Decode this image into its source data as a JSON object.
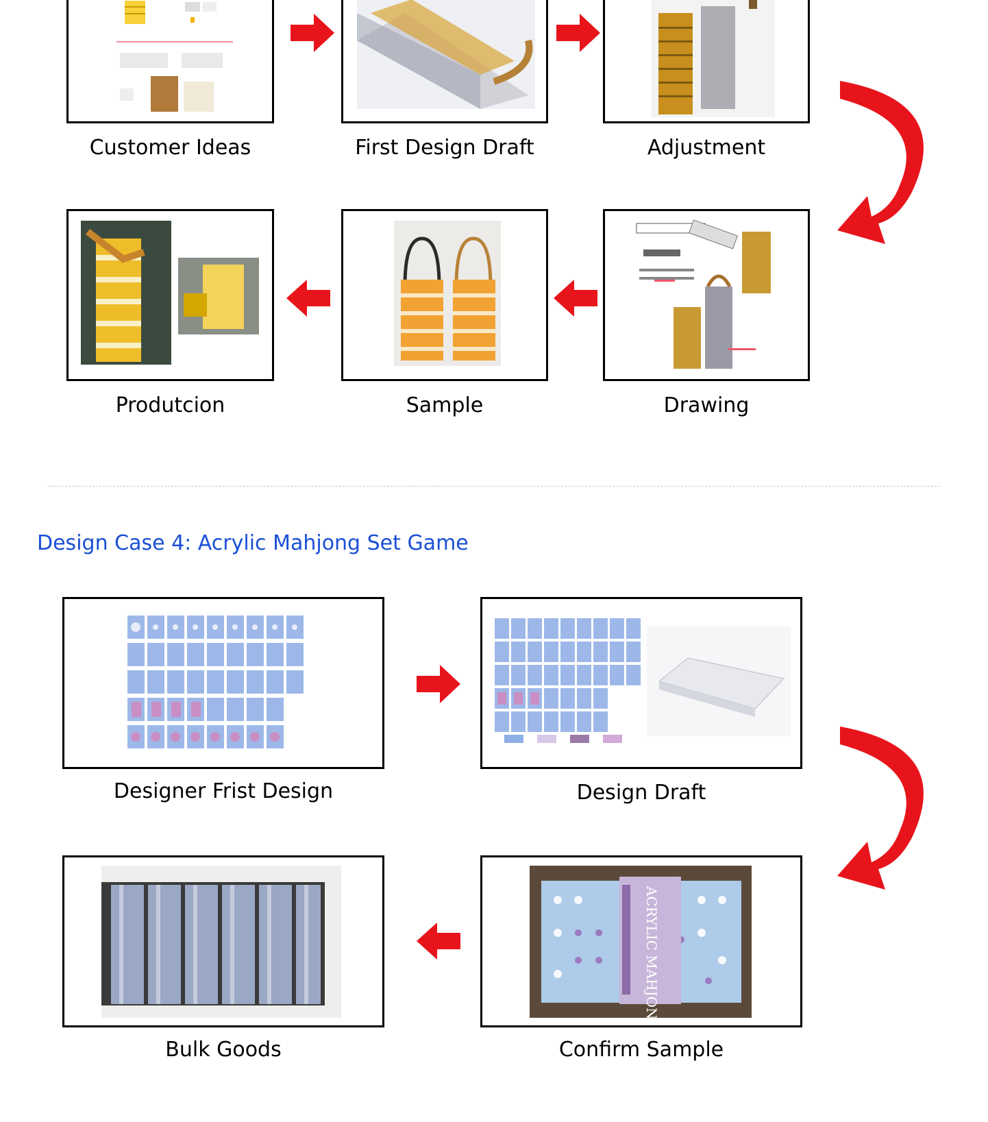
{
  "case3": {
    "steps": [
      {
        "label": "Customer Ideas"
      },
      {
        "label": "First Design Draft"
      },
      {
        "label": "Adjustment"
      },
      {
        "label": "Produtcion"
      },
      {
        "label": "Sample"
      },
      {
        "label": "Drawing"
      }
    ]
  },
  "case4": {
    "title": "Design Case 4: Acrylic Mahjong Set Game",
    "steps": [
      {
        "label": "Designer Frist Design"
      },
      {
        "label": "Design Draft"
      },
      {
        "label": "Bulk Goods"
      },
      {
        "label": "Confirm Sample"
      }
    ],
    "box_text": "ACRYLIC MAHJONG SET"
  },
  "colors": {
    "arrow": "#e8141b",
    "title": "#1a4fd6",
    "tile": "#9db8e8",
    "tile_mark": "#c98ec4",
    "honey": "#e8a319"
  }
}
